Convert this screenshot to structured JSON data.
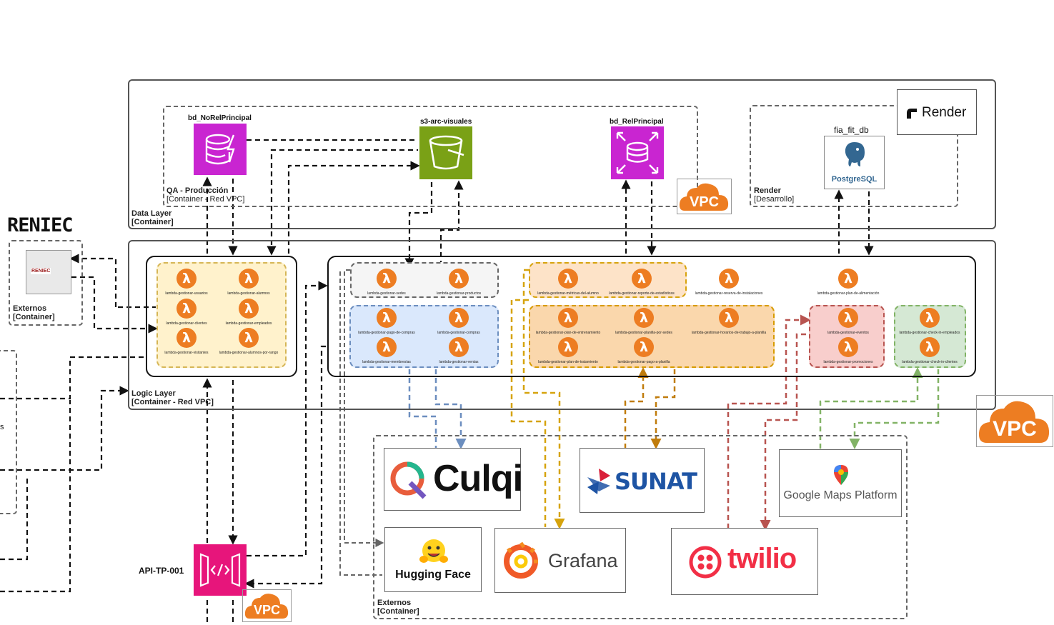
{
  "reniec": {
    "title": "RENIEC",
    "logo_text": "RENIEC"
  },
  "externos_left": {
    "name": "Externos",
    "type": "[Container]"
  },
  "data_layer": {
    "name": "Data Layer",
    "type": "[Container]"
  },
  "qa_group": {
    "name": "QA - Producción",
    "type": "[Container - Red VPC]"
  },
  "render_group": {
    "name": "Render",
    "type": "[Desarrollo]",
    "logo_text": "Render"
  },
  "logic_layer": {
    "name": "Logic Layer",
    "type": "[Container - Red VPC]"
  },
  "externos_bottom": {
    "name": "Externos",
    "type": "[Container]"
  },
  "services": {
    "bd_norel": "bd_NoRelPrincipal",
    "s3": "s3-arc-visuales",
    "bd_rel": "bd_RelPrincipal",
    "fia_db": "fia_fit_db",
    "postgres": "PostgreSQL",
    "api": "API-TP-001"
  },
  "vpc_label": "VPC",
  "lambdas": {
    "left": [
      "lambda-gestionar-usuarios",
      "lambda-gestionar-alumnos",
      "lambda-gestionar-clientes",
      "lambda-gestionar-empleados",
      "lambda-gestionar-visitantes",
      "lambda-gestionar-alumnos-por-rango"
    ],
    "gray": [
      "lambda-gestionar-sedes",
      "lambda-gestionar-productos"
    ],
    "blue": [
      "lambda-gestionar-pago-de-compras",
      "lambda-gestionar-compras",
      "lambda-gestionar-membresías",
      "lambda-gestionar-ventas"
    ],
    "peach": [
      "lambda-gestionar-métricas-del-alumno",
      "lambda-gestionar-reporte-de-estadísticas"
    ],
    "free": [
      "lambda-gestionar-reserva-de-instalaciones",
      "lambda-gestionar-plan-de-alimentación"
    ],
    "orange": [
      "lambda-gestionar-plan-de-entrenamiento",
      "lambda-gestionar-planilla-por-sedes",
      "lambda-gestionar-horarios-de-trabajo-a-planilla",
      "lambda-gestionar-plan-de-tratamiento",
      "lambda-gestionar-pago-a-planilla"
    ],
    "red": [
      "lambda-gestionar-eventos",
      "lambda-gestionar-promociones"
    ],
    "green": [
      "lambda-gestionar-check-in-empleados",
      "lambda-gestionar-check-in-clientes"
    ]
  },
  "externals": {
    "culqi": "Culqi",
    "sunat": "SUNAT",
    "google_maps": "Google Maps Platform",
    "hugging_face": "Hugging Face",
    "grafana": "Grafana",
    "twilio": "twilio"
  },
  "colors": {
    "lambda": "#ed7d22",
    "dynamodb": "#c925d1",
    "s3": "#7aa116",
    "rds": "#c925d1",
    "api_gateway": "#e7157b",
    "vpc": "#ed7d22",
    "blue_flow": "#6c8ebf",
    "gold_flow": "#d6a30d",
    "brown_flow": "#c07c0c",
    "red_flow": "#b85450",
    "green_flow": "#82b366"
  }
}
